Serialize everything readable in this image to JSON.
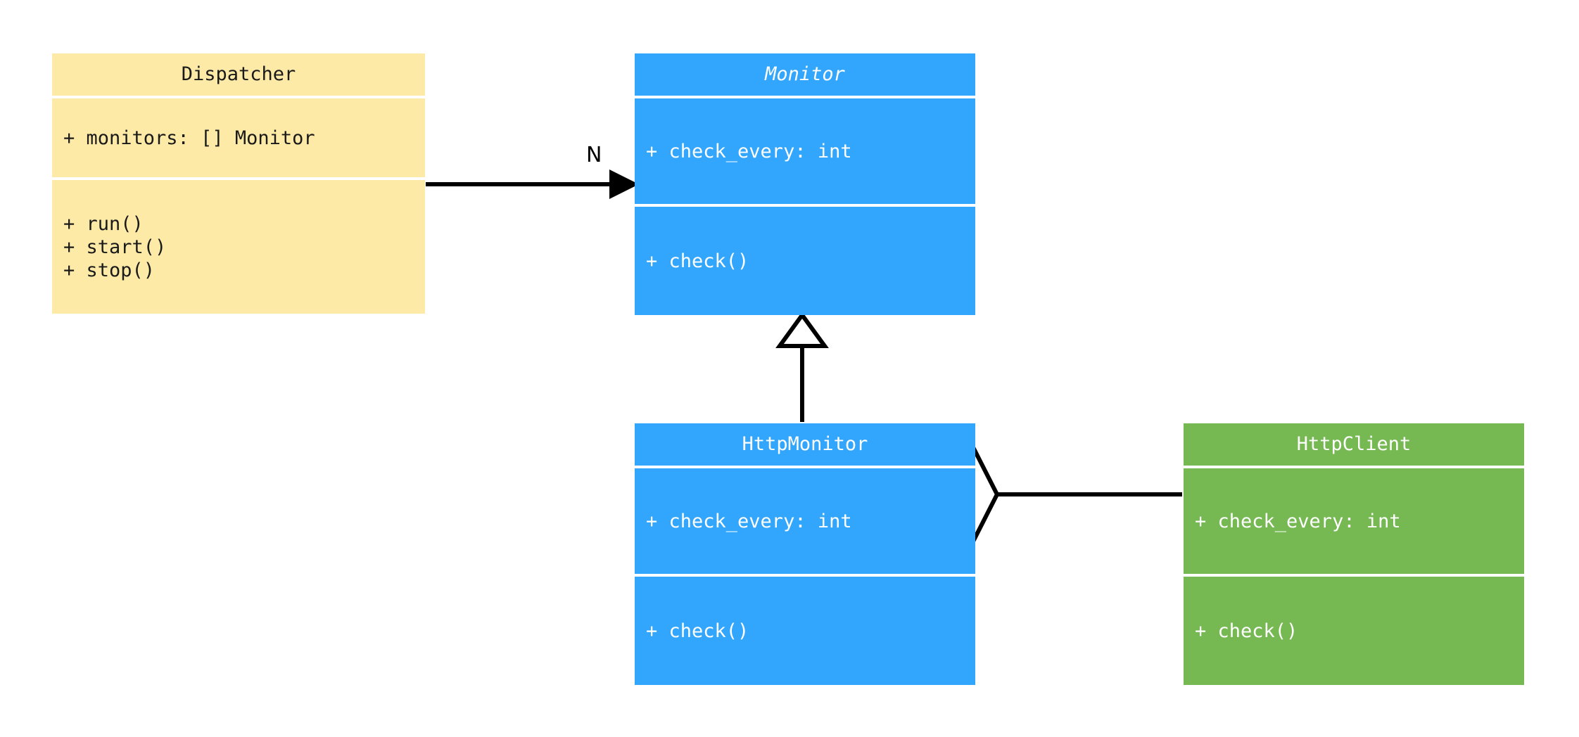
{
  "diagram": {
    "kind": "uml-class-diagram",
    "background": "#ffffff",
    "palette": {
      "dispatcher_fill": "#fdeaa7",
      "monitor_fill": "#32a5fd",
      "http_monitor_fill": "#32a5fd",
      "http_client_fill": "#76b852",
      "line_color": "#000000",
      "dark_text": "#1a1a1a",
      "light_text": "#ffffff"
    }
  },
  "classes": {
    "dispatcher": {
      "name": "Dispatcher",
      "abstract": false,
      "attributes": [
        "+ monitors: [] Monitor"
      ],
      "methods": [
        "+ run()",
        "+ start()",
        "+ stop()"
      ]
    },
    "monitor": {
      "name": "Monitor",
      "abstract": true,
      "attributes": [
        "+ check_every: int"
      ],
      "methods": [
        "+ check()"
      ]
    },
    "http_monitor": {
      "name": "HttpMonitor",
      "abstract": false,
      "attributes": [
        "+ check_every: int"
      ],
      "methods": [
        "+ check()"
      ]
    },
    "http_client": {
      "name": "HttpClient",
      "abstract": false,
      "attributes": [
        "+ check_every: int"
      ],
      "methods": [
        "+ check()"
      ]
    }
  },
  "relationships": {
    "dispatcher_to_monitor": {
      "type": "association",
      "from": "Dispatcher",
      "to": "Monitor",
      "multiplicity_label": "N",
      "arrow": "filled-arrow"
    },
    "http_monitor_to_monitor": {
      "type": "generalization",
      "from": "HttpMonitor",
      "to": "Monitor",
      "arrow": "hollow-triangle"
    },
    "http_monitor_to_http_client": {
      "type": "aggregation",
      "from": "HttpMonitor",
      "to": "HttpClient",
      "arrow": "hollow-diamond"
    }
  }
}
